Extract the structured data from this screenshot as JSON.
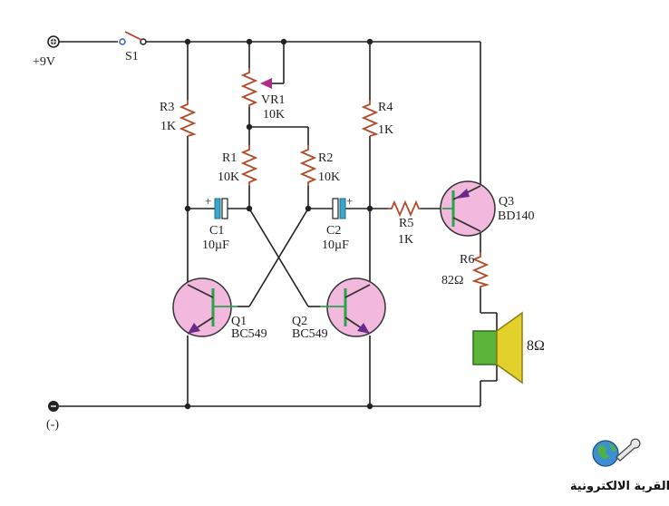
{
  "colors": {
    "wire": "#222222",
    "resistor": "#b34a2a",
    "transistor_fill": "#f3b8dd",
    "transistor_base": "#2aa34a",
    "arrow": "#7a2d8a",
    "capacitor": "#3aa6c8",
    "speaker_box": "#5bb53a",
    "speaker_cone": "#e2d12a"
  },
  "power": {
    "positive_label": "+9V",
    "negative_label": "(-)"
  },
  "switch": {
    "name": "S1"
  },
  "pot": {
    "name": "VR1",
    "value": "10K"
  },
  "resistors": [
    {
      "name": "R3",
      "value": "1K"
    },
    {
      "name": "R4",
      "value": "1K"
    },
    {
      "name": "R1",
      "value": "10K"
    },
    {
      "name": "R2",
      "value": "10K"
    },
    {
      "name": "R5",
      "value": "1K"
    },
    {
      "name": "R6",
      "value": "82Ω"
    }
  ],
  "capacitors": [
    {
      "name": "C1",
      "value": "10µF",
      "polarity": "+"
    },
    {
      "name": "C2",
      "value": "10µF",
      "polarity": "+"
    }
  ],
  "transistors": [
    {
      "name": "Q1",
      "part": "BC549"
    },
    {
      "name": "Q2",
      "part": "BC549"
    },
    {
      "name": "Q3",
      "part": "BD140"
    }
  ],
  "speaker": {
    "value": "8Ω"
  },
  "logo": {
    "text": "القرية الالكترونية",
    "icon": "globe-wrench-icon"
  }
}
